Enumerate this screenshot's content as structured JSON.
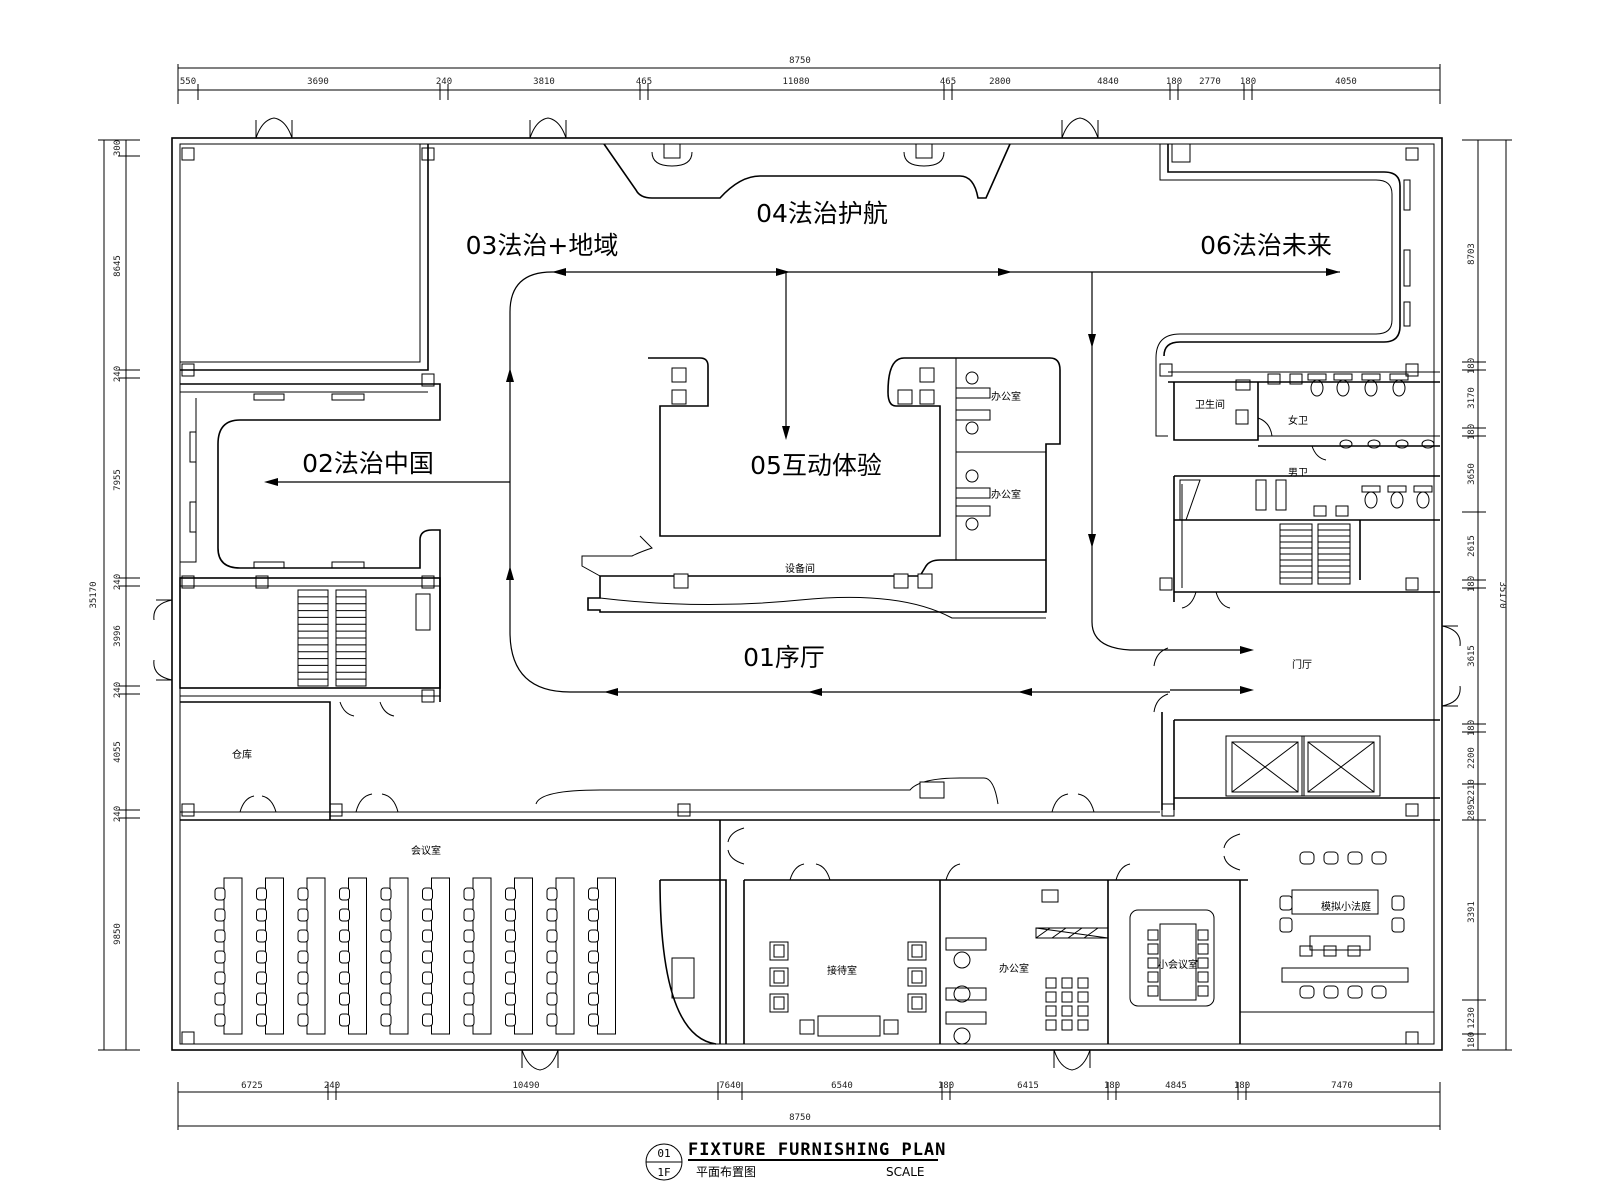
{
  "dimensions": {
    "overall_top": "8750",
    "top": [
      "550",
      "3690",
      "240",
      "3810",
      "465",
      "11080",
      "465",
      "2800",
      "4840",
      "180",
      "2770",
      "180",
      "4050"
    ],
    "overall_bottom": "8750",
    "bottom": [
      "6725",
      "240",
      "10490",
      "7640",
      "6540",
      "180",
      "6415",
      "180",
      "4845",
      "180",
      "7470"
    ],
    "overall_left": "35170",
    "left": [
      "300",
      "8645",
      "240",
      "7955",
      "240",
      "3996",
      "240",
      "4055",
      "240",
      "9850"
    ],
    "overall_right": "35170",
    "right": [
      "8703",
      "180",
      "3170",
      "180",
      "3650",
      "2615",
      "180",
      "3615",
      "180",
      "2200",
      "2210",
      "2895",
      "3391",
      "1230",
      "180"
    ]
  },
  "zones": {
    "z01": "01序厅",
    "z02": "02法治中国",
    "z03": "03法治+地域",
    "z04": "04法治护航",
    "z05": "05互动体验",
    "z06": "06法治未来"
  },
  "rooms": {
    "office_a": "办公室",
    "office_b": "办公室",
    "office_c": "办公室",
    "equipment": "设备间",
    "restroom_m": "男卫",
    "restroom_f": "女卫",
    "utility": "卫生间",
    "lobby": "门厅",
    "warehouse": "仓库",
    "conference": "会议室",
    "reception": "接待室",
    "small_meeting": "小会议室",
    "mock_court": "模拟小法庭"
  },
  "title_block": {
    "number": "01",
    "floor": "1F",
    "title": "FIXTURE FURNISHING PLAN",
    "subtitle": "平面布置图",
    "scale_label": "SCALE"
  },
  "colors": {
    "line": "#000000",
    "paper": "#ffffff"
  }
}
